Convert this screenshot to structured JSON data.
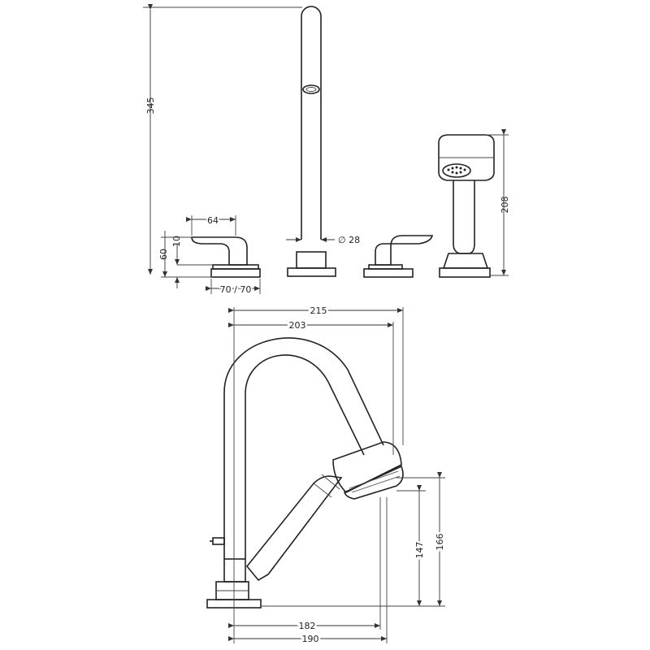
{
  "dimensions": {
    "height_total": "345",
    "handle_width": "64",
    "handle_top": "10",
    "handle_height": "60",
    "base_size": "70 / 70",
    "spout_diameter": "∅ 28",
    "shower_height": "208",
    "spout_reach_outer": "215",
    "spout_reach_inner": "203",
    "holder_height_outer": "166",
    "holder_height_inner": "147",
    "base_offset_inner": "182",
    "base_offset_outer": "190"
  }
}
